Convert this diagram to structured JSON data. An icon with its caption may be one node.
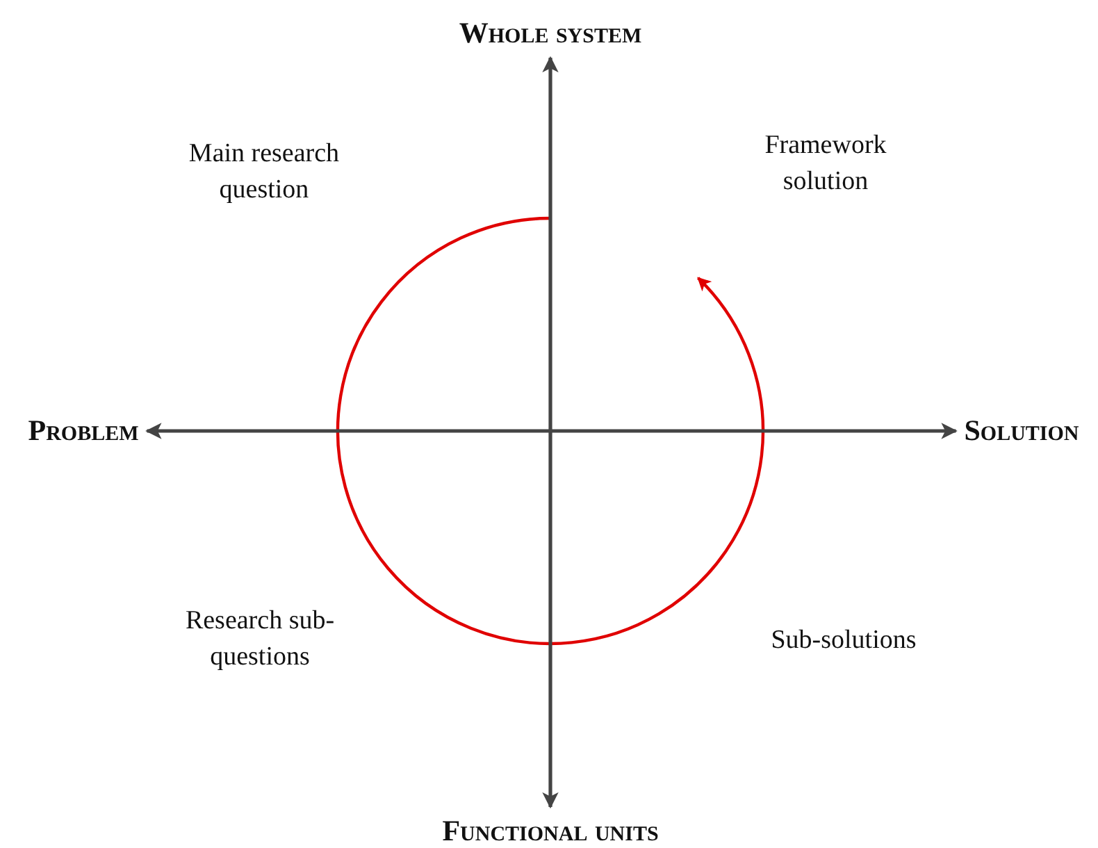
{
  "diagram": {
    "nodes": [
      {
        "text": [
          "Whole system"
        ]
      },
      {
        "text": [
          "Functional units"
        ]
      },
      {
        "text": [
          "Problem"
        ]
      },
      {
        "text": [
          "Solution"
        ]
      }
    ],
    "edges": [
      {
        "from": 0,
        "to": 1,
        "arrow": "both"
      },
      {
        "from": 2,
        "to": 3,
        "arrow": "both"
      }
    ],
    "labels": [
      "Main research question",
      "Framework solution",
      "Research sub-questions",
      "Sub-solutions"
    ]
  }
}
